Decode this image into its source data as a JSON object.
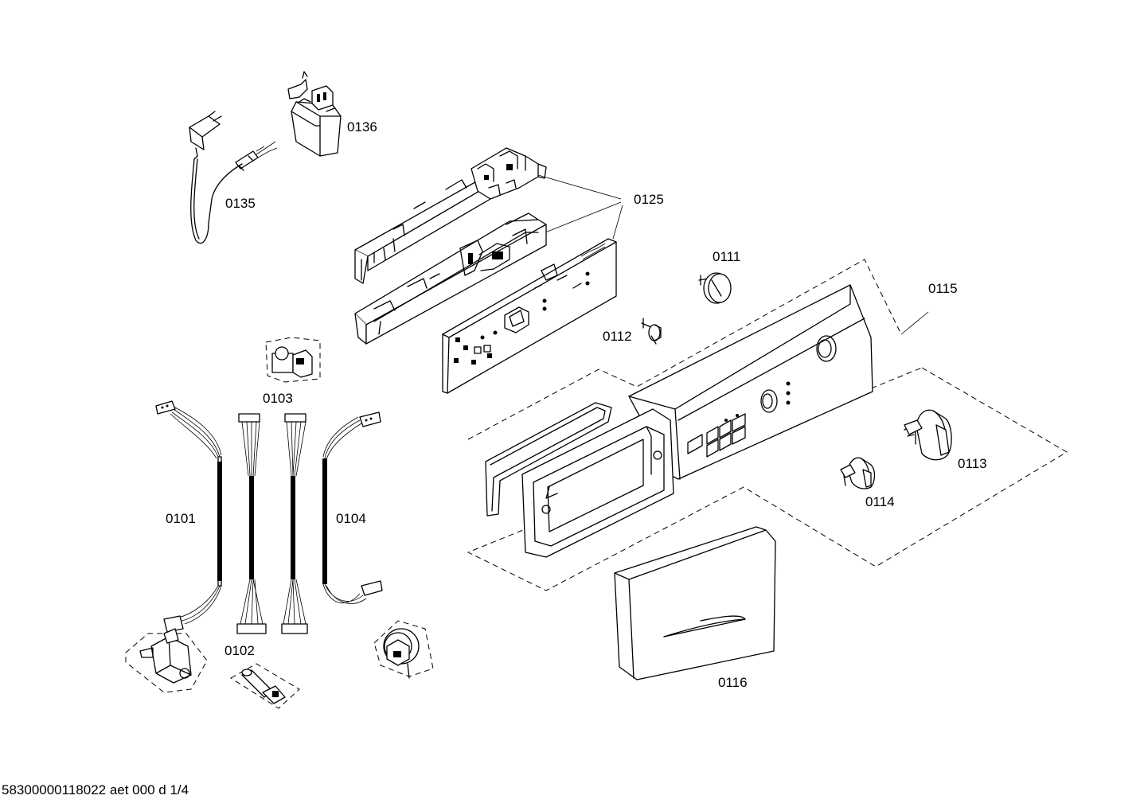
{
  "parts": [
    {
      "id": "p0136",
      "label": "0136"
    },
    {
      "id": "p0135",
      "label": "0135"
    },
    {
      "id": "p0125",
      "label": "0125"
    },
    {
      "id": "p0111",
      "label": "0111"
    },
    {
      "id": "p0115",
      "label": "0115"
    },
    {
      "id": "p0112",
      "label": "0112"
    },
    {
      "id": "p0103",
      "label": "0103"
    },
    {
      "id": "p0113",
      "label": "0113"
    },
    {
      "id": "p0114",
      "label": "0114"
    },
    {
      "id": "p0101",
      "label": "0101"
    },
    {
      "id": "p0104",
      "label": "0104"
    },
    {
      "id": "p0102",
      "label": "0102"
    },
    {
      "id": "p0116",
      "label": "0116"
    }
  ],
  "footer": {
    "document_code": "58300000118022 aet 000 d 1/4"
  }
}
